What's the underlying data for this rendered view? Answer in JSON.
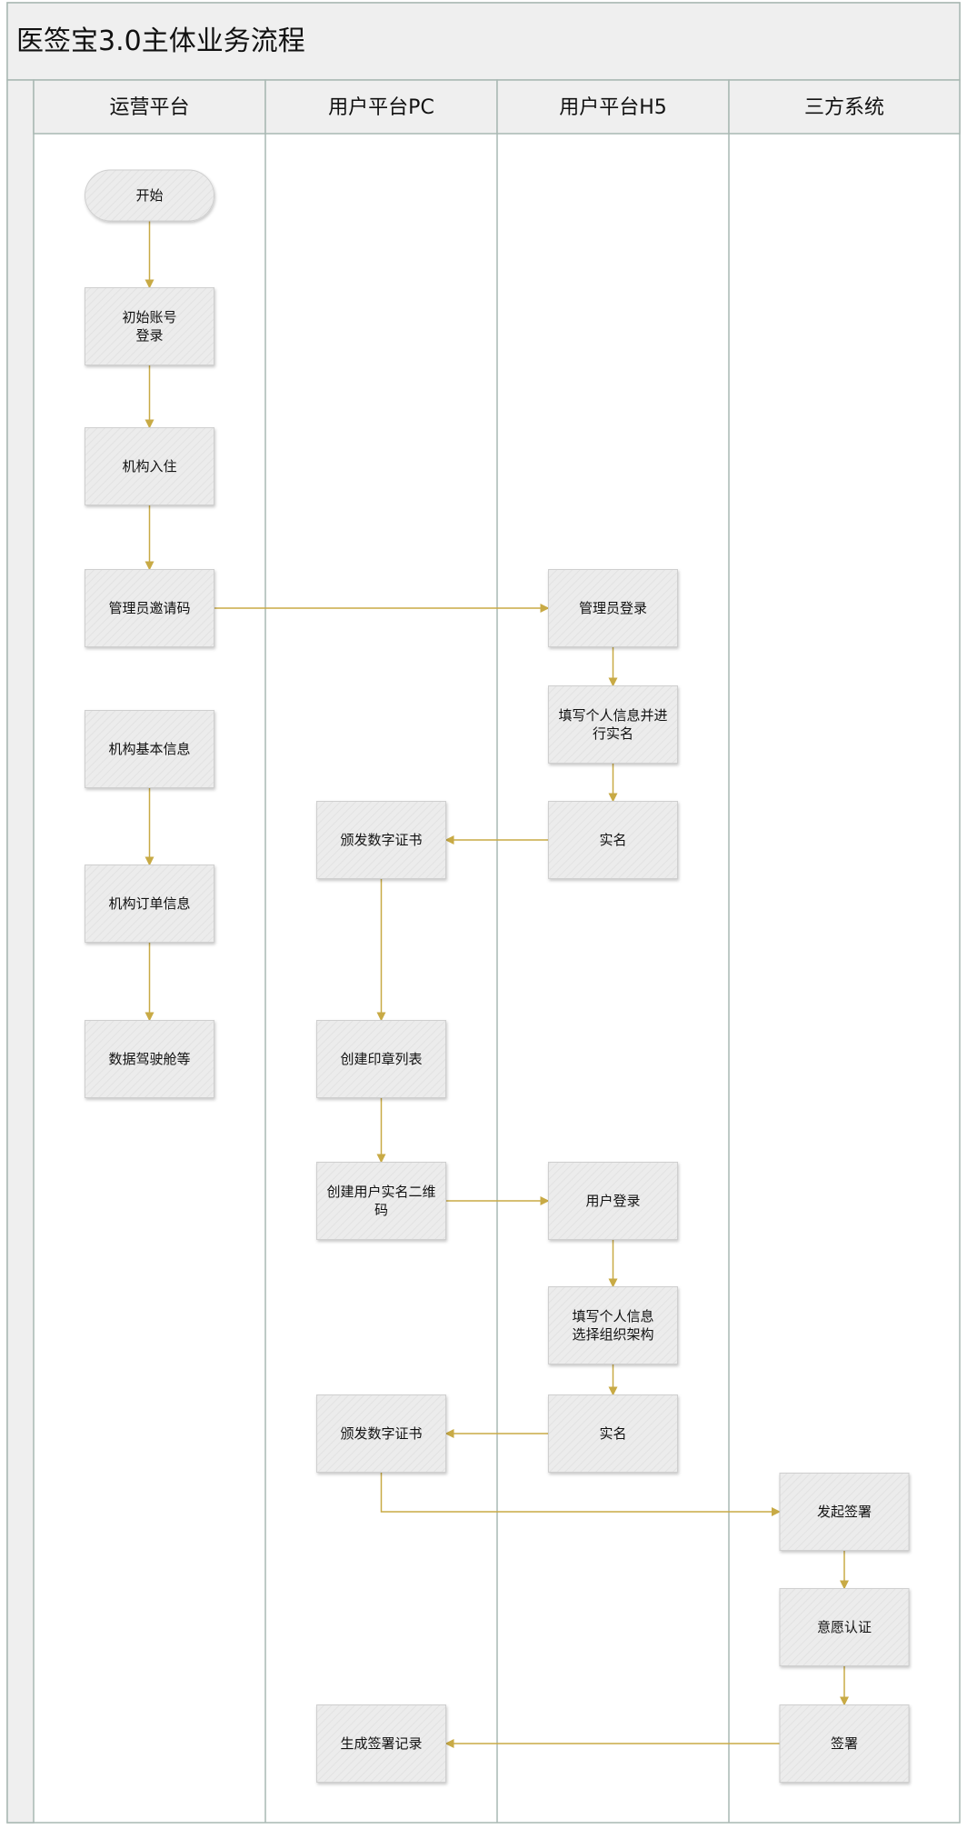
{
  "title": "医签宝3.0主体业务流程",
  "colors": {
    "frame_border": "#a9b8b3",
    "header_fill": "#efefef",
    "node_fill": "#ececec",
    "node_border": "#cfcfcf",
    "connector": "#c8aa45",
    "text": "#111111"
  },
  "lanes": [
    {
      "id": "ops",
      "label": "运营平台"
    },
    {
      "id": "pc",
      "label": "用户平台PC"
    },
    {
      "id": "h5",
      "label": "用户平台H5"
    },
    {
      "id": "third",
      "label": "三方系统"
    }
  ],
  "nodes": [
    {
      "id": "start",
      "lane": "ops",
      "row": 0,
      "shape": "terminator",
      "lines": [
        "开始"
      ]
    },
    {
      "id": "init_login",
      "lane": "ops",
      "row": 1,
      "shape": "process",
      "lines": [
        "初始账号",
        "登录"
      ]
    },
    {
      "id": "org_join",
      "lane": "ops",
      "row": 2,
      "shape": "process",
      "lines": [
        "机构入住"
      ]
    },
    {
      "id": "admin_invite",
      "lane": "ops",
      "row": 3,
      "shape": "process",
      "lines": [
        "管理员邀请码"
      ]
    },
    {
      "id": "org_info",
      "lane": "ops",
      "row": 4,
      "shape": "process",
      "lines": [
        "机构基本信息"
      ]
    },
    {
      "id": "org_order",
      "lane": "ops",
      "row": 5,
      "shape": "process",
      "lines": [
        "机构订单信息"
      ]
    },
    {
      "id": "data_cockpit",
      "lane": "ops",
      "row": 6,
      "shape": "process",
      "lines": [
        "数据驾驶舱等"
      ]
    },
    {
      "id": "admin_login",
      "lane": "h5",
      "row": 3,
      "shape": "process",
      "lines": [
        "管理员登录"
      ]
    },
    {
      "id": "fill_info_1",
      "lane": "h5",
      "row": 4,
      "shape": "process",
      "lines": [
        "填写个人信息并进",
        "行实名"
      ]
    },
    {
      "id": "realname_1",
      "lane": "h5",
      "row": 5,
      "shape": "process",
      "lines": [
        "实名"
      ]
    },
    {
      "id": "issue_cert_1",
      "lane": "pc",
      "row": 5,
      "shape": "process",
      "lines": [
        "颁发数字证书"
      ]
    },
    {
      "id": "seal_list",
      "lane": "pc",
      "row": 6,
      "shape": "process",
      "lines": [
        "创建印章列表"
      ]
    },
    {
      "id": "user_qr",
      "lane": "pc",
      "row": 7,
      "shape": "process",
      "lines": [
        "创建用户实名二维",
        "码"
      ]
    },
    {
      "id": "user_login",
      "lane": "h5",
      "row": 7,
      "shape": "process",
      "lines": [
        "用户登录"
      ]
    },
    {
      "id": "fill_info_2",
      "lane": "h5",
      "row": 8,
      "shape": "process",
      "lines": [
        "填写个人信息",
        "选择组织架构"
      ]
    },
    {
      "id": "realname_2",
      "lane": "h5",
      "row": 9,
      "shape": "process",
      "lines": [
        "实名"
      ]
    },
    {
      "id": "issue_cert_2",
      "lane": "pc",
      "row": 9,
      "shape": "process",
      "lines": [
        "颁发数字证书"
      ]
    },
    {
      "id": "start_sign",
      "lane": "third",
      "row": 10,
      "shape": "process",
      "lines": [
        "发起签署"
      ]
    },
    {
      "id": "will_auth",
      "lane": "third",
      "row": 11,
      "shape": "process",
      "lines": [
        "意愿认证"
      ]
    },
    {
      "id": "sign",
      "lane": "third",
      "row": 12,
      "shape": "process",
      "lines": [
        "签署"
      ]
    },
    {
      "id": "sign_record",
      "lane": "pc",
      "row": 12,
      "shape": "process",
      "lines": [
        "生成签署记录"
      ]
    }
  ],
  "edges": [
    {
      "from": "start",
      "to": "init_login",
      "route": "straight"
    },
    {
      "from": "init_login",
      "to": "org_join",
      "route": "straight"
    },
    {
      "from": "org_join",
      "to": "admin_invite",
      "route": "straight"
    },
    {
      "from": "admin_invite",
      "to": "admin_login",
      "route": "straight"
    },
    {
      "from": "org_info",
      "to": "org_order",
      "route": "straight"
    },
    {
      "from": "org_order",
      "to": "data_cockpit",
      "route": "straight"
    },
    {
      "from": "admin_login",
      "to": "fill_info_1",
      "route": "straight"
    },
    {
      "from": "fill_info_1",
      "to": "realname_1",
      "route": "straight"
    },
    {
      "from": "realname_1",
      "to": "issue_cert_1",
      "route": "straight"
    },
    {
      "from": "issue_cert_1",
      "to": "seal_list",
      "route": "straight"
    },
    {
      "from": "seal_list",
      "to": "user_qr",
      "route": "straight"
    },
    {
      "from": "user_qr",
      "to": "user_login",
      "route": "straight"
    },
    {
      "from": "user_login",
      "to": "fill_info_2",
      "route": "straight"
    },
    {
      "from": "fill_info_2",
      "to": "realname_2",
      "route": "straight"
    },
    {
      "from": "realname_2",
      "to": "issue_cert_2",
      "route": "straight"
    },
    {
      "from": "issue_cert_2",
      "to": "start_sign",
      "route": "elbow"
    },
    {
      "from": "start_sign",
      "to": "will_auth",
      "route": "straight"
    },
    {
      "from": "will_auth",
      "to": "sign",
      "route": "straight"
    },
    {
      "from": "sign",
      "to": "sign_record",
      "route": "straight"
    }
  ]
}
